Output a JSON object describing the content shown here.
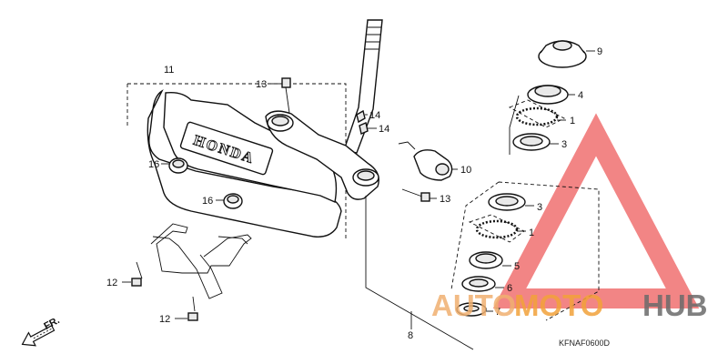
{
  "diagram": {
    "callouts": {
      "p11": "11",
      "p13a": "13",
      "p14a": "14",
      "p14b": "14",
      "p16a": "16",
      "p16b": "16",
      "p10": "10",
      "p13b": "13",
      "p12a": "12",
      "p12b": "12",
      "p8": "8",
      "p9": "9",
      "p4": "4",
      "p1a": "1",
      "p3a": "3",
      "p3b": "3",
      "p1b": "1",
      "p5": "5",
      "p6": "6",
      "p7": "7"
    },
    "emblem_text": "HONDA",
    "front_marker": "FR.",
    "diagram_code": "KFNAF0600D"
  },
  "watermark": {
    "part1": "AUTO",
    "part2": "MOTO",
    "part3": "HUB",
    "colors": {
      "triangle": "#f07070",
      "auto": "#f0b070",
      "moto": "#f2a23a",
      "hub": "#6b6b6b"
    }
  }
}
